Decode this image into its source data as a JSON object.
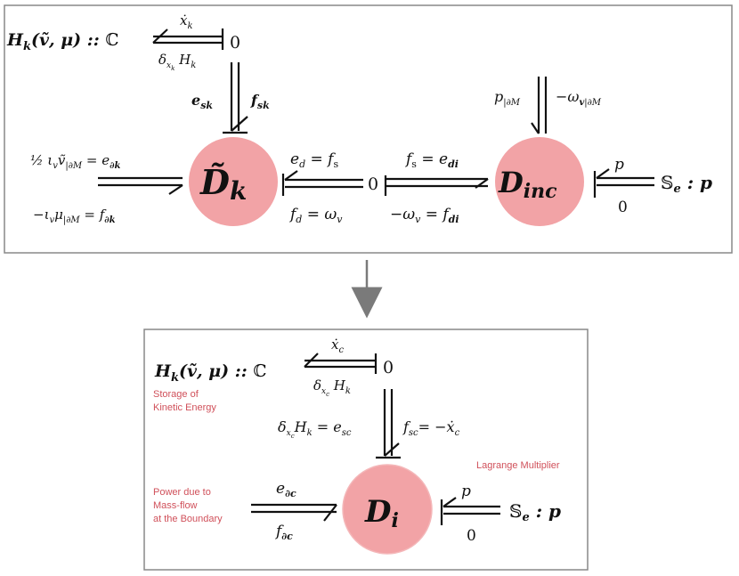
{
  "top": {
    "storage_label": "H_k(ṽ, μ) :: ℂ",
    "xdot_k": "ẋ_k",
    "delta_xk_Hk": "δ_{x_k} H_k",
    "zero_top": "0",
    "e_sk": "e_sk",
    "f_sk": "f_sk",
    "p_boundary": "p_|∂M",
    "omega_boundary": "−ω_v|∂M",
    "boundary_effort": "½ ι_v ṽ_|∂M = e_∂k",
    "boundary_flow": "−ι_v μ_|∂M = f_∂k",
    "ed_eq": "e_d = f_s",
    "fd_eq": "f_d = ω_v",
    "zero_mid": "0",
    "fs_eq": "f_s = e_di",
    "omega_eq": "−ω_v = f_di",
    "node_dk": "D̃_k",
    "node_dinc": "D_inc",
    "p_right": "p",
    "zero_right": "0",
    "source_right": "𝕊_e : p"
  },
  "bottom": {
    "storage_label": "H_k(ṽ, μ) :: ℂ",
    "xdot_c": "ẋ_c",
    "delta_xc_Hk": "δ_{x_c} H_k",
    "zero_top": "0",
    "storage_note": [
      "Storage of",
      "Kinetic Energy"
    ],
    "esc_eq": "δ_{x_c} H_k = e_sc",
    "fsc_eq": "f_sc = −ẋ_c",
    "lagrange_note": "Lagrange Multiplier",
    "power_note": [
      "Power due to",
      "Mass-flow",
      "at the Boundary"
    ],
    "e_boundary": "e_∂c",
    "f_boundary": "f_∂c",
    "node_di": "D_i",
    "p_right": "p",
    "zero_right": "0",
    "source_right": "𝕊_e : p"
  },
  "colors": {
    "node_fill": "#f2a3a6",
    "node_stroke": "#f4b7b9",
    "note": "#d0505a",
    "arrow": "#7a7a7a",
    "frame": "#777777"
  }
}
